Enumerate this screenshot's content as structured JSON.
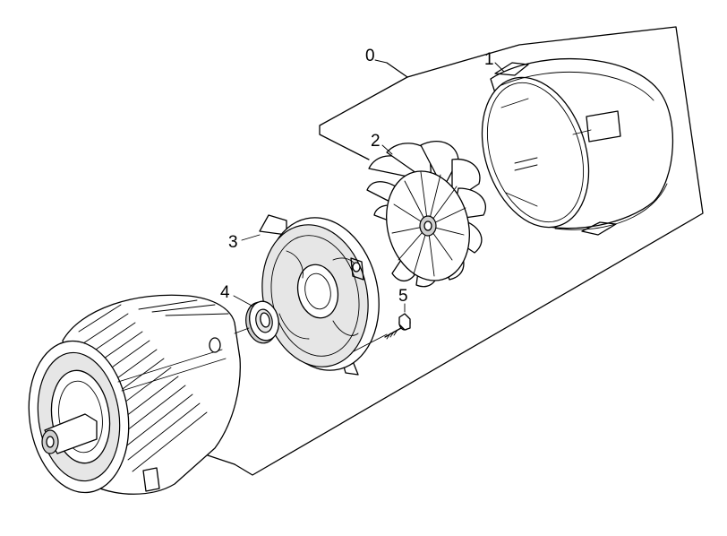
{
  "diagram": {
    "callouts": [
      {
        "id": "callout-0",
        "label": "0"
      },
      {
        "id": "callout-1",
        "label": "1"
      },
      {
        "id": "callout-2",
        "label": "2"
      },
      {
        "id": "callout-3",
        "label": "3"
      },
      {
        "id": "callout-4",
        "label": "4"
      },
      {
        "id": "callout-5",
        "label": "5"
      }
    ]
  }
}
